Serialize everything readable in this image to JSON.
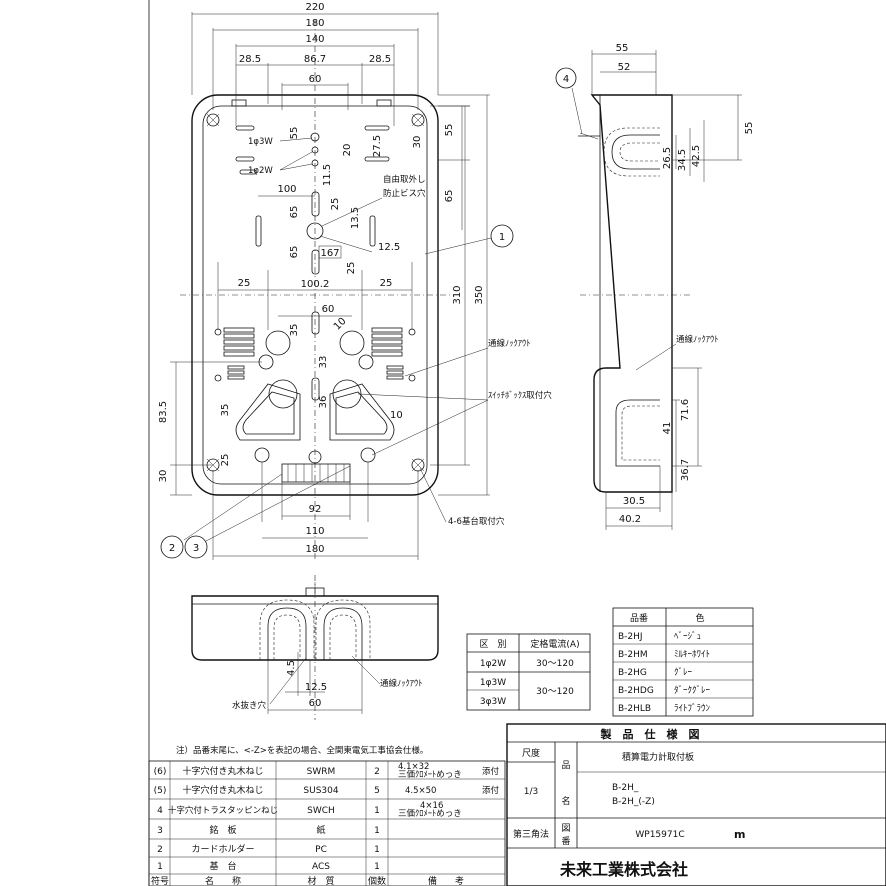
{
  "front_dims": {
    "w220": "220",
    "w180": "180",
    "w140": "140",
    "w28a": "28.5",
    "w86": "86.7",
    "w28b": "28.5",
    "w60": "60",
    "d55": "55",
    "d20": "20",
    "d27": "27.5",
    "d30": "30",
    "d55r": "55",
    "d11": "11.5",
    "d65r": "65",
    "d100": "100",
    "d65a": "65",
    "d25a": "25",
    "d13": "13.5",
    "d12": "12.5",
    "d65b": "65",
    "d167": "167",
    "d25b": "25",
    "d310": "310",
    "d350": "350",
    "d25c": "25",
    "d100b": "100.2",
    "d25d": "25",
    "d60b": "60",
    "d35": "35",
    "d10": "10",
    "d33": "33",
    "d36": "36",
    "d10b": "10",
    "d35b": "35",
    "d83": "83.5",
    "d30b": "30",
    "d25e": "25",
    "b92": "92",
    "b110": "110",
    "b180": "180",
    "p1phi3w": "1φ3W",
    "p1phi2w": "1φ2W",
    "jiyu": "自由取外し",
    "boshi": "防止ビス穴",
    "tsusen1": "通線ﾉｯｸｱｳﾄ",
    "switch": "ｽｲｯﾁﾎﾞｯｸｽ取付穴",
    "kiban": "4-6基台取付穴"
  },
  "side_dims": {
    "s55": "55",
    "s52": "52",
    "s55v": "55",
    "s265": "26.5",
    "s345": "34.5",
    "s425": "42.5",
    "s716": "71.6",
    "s41": "41",
    "s367": "36.7",
    "s305": "30.5",
    "s402": "40.2",
    "tsusen2": "通線ﾉｯｸｱｳﾄ"
  },
  "bottom_dims": {
    "b45": "4.5",
    "b125": "12.5",
    "b60": "60",
    "mizunuki": "水抜き穴",
    "tsusen3": "通線ﾉｯｸｱｳﾄ"
  },
  "balloons": {
    "n1": "1",
    "n2": "2",
    "n3": "3",
    "n4": "4"
  },
  "current_table": {
    "headers": [
      "区　別",
      "定格電流(A)"
    ],
    "rows": [
      [
        "1φ2W",
        "30～120"
      ],
      [
        "1φ3W",
        ""
      ],
      [
        "3φ3W",
        "30～120"
      ]
    ]
  },
  "color_table": {
    "headers": [
      "品番",
      "色"
    ],
    "rows": [
      [
        "B-2HJ",
        "ﾍﾞｰｼﾞｭ"
      ],
      [
        "B-2HM",
        "ﾐﾙｷｰﾎﾜｲﾄ"
      ],
      [
        "B-2HG",
        "ｸﾞﾚｰ"
      ],
      [
        "B-2HDG",
        "ﾀﾞｰｸｸﾞﾚｰ"
      ],
      [
        "B-2HLB",
        "ﾗｲﾄﾌﾞﾗｳﾝ"
      ]
    ]
  },
  "note": "注）品番末尾に、<-Z>を表記の場合、全関東電気工事協会仕様。",
  "parts": {
    "headers": [
      "符号",
      "名　　称",
      "材　質",
      "個数",
      "備　　考"
    ],
    "rows": [
      [
        "(6)",
        "十字穴付き丸木ねじ",
        "SWRM",
        "2",
        "4.1×32",
        "三価ｸﾛﾒｰﾄめっき",
        "添付"
      ],
      [
        "(5)",
        "十字穴付き丸木ねじ",
        "SUS304",
        "5",
        "4.5×50",
        "",
        "添付"
      ],
      [
        "4",
        "十字穴付トラスタッピンねじ",
        "SWCH",
        "1",
        "4×16",
        "三価ｸﾛﾒｰﾄめっき",
        ""
      ],
      [
        "3",
        "銘　板",
        "紙",
        "1",
        "",
        "",
        ""
      ],
      [
        "2",
        "カードホルダー",
        "PC",
        "1",
        "",
        "",
        ""
      ],
      [
        "1",
        "基　台",
        "ACS",
        "1",
        "",
        "",
        ""
      ]
    ]
  },
  "title_block": {
    "header": "製　品　仕　様　図",
    "scale_label": "尺度",
    "scale": "1/3",
    "projection": "第三角法",
    "hin": "品",
    "mei": "名",
    "zu": "図",
    "ban": "番",
    "product": "積算電力計取付板",
    "model1": "B-2H_",
    "model2": "B-2H_(-Z)",
    "drawing_no": "WP15971C",
    "company": "未来工業株式会社",
    "logo": "m"
  }
}
